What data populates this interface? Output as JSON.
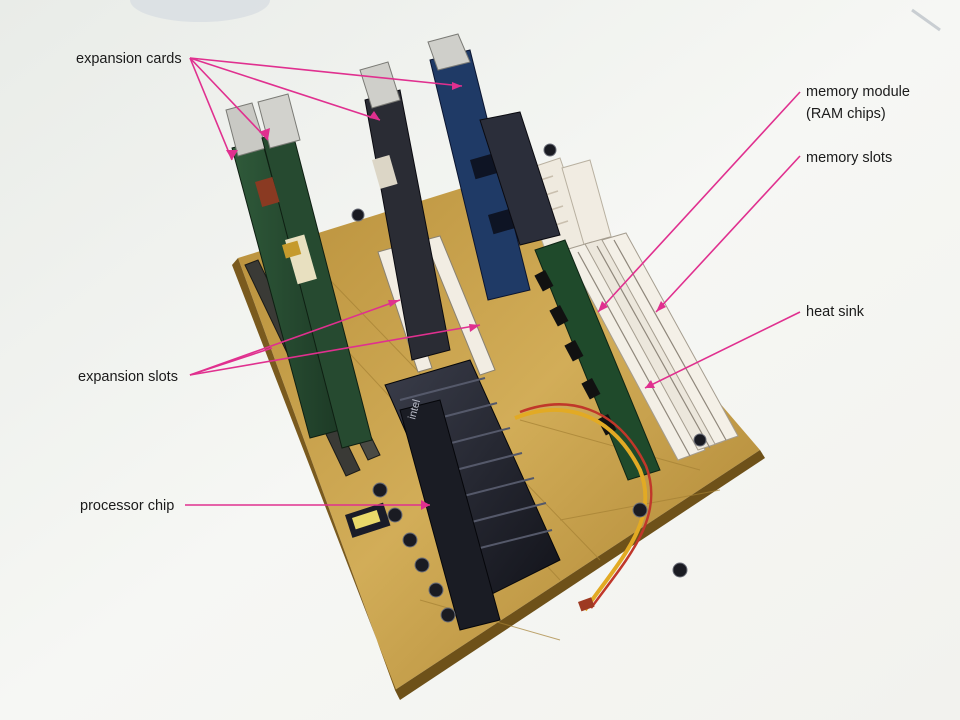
{
  "diagram": {
    "labels": {
      "expansion_cards": "expansion cards",
      "memory_module_line1": "memory module",
      "memory_module_line2": "(RAM chips)",
      "memory_slots": "memory slots",
      "heat_sink": "heat sink",
      "expansion_slots": "expansion slots",
      "processor_chip": "processor chip"
    },
    "colors": {
      "leader_line": "#e0308f",
      "board": "#c9a24a",
      "background": "#f4f5f2"
    }
  }
}
